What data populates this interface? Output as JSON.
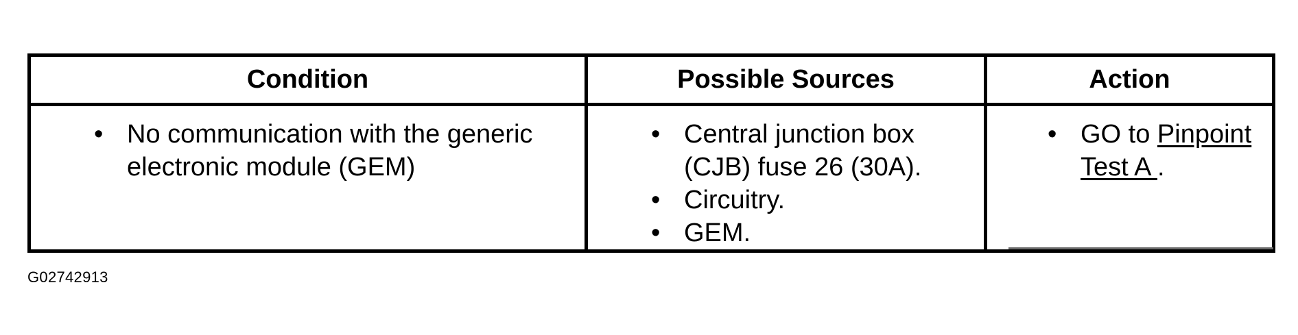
{
  "table": {
    "headers": {
      "condition": "Condition",
      "sources": "Possible Sources",
      "action": "Action"
    },
    "row": {
      "condition_items": [
        {
          "bullet": "•",
          "text": "No communication with the generic electronic module (GEM)"
        }
      ],
      "source_items": [
        {
          "bullet": "•",
          "text": "Central junction box (CJB) fuse 26 (30A)."
        },
        {
          "bullet": "•",
          "text": "Circuitry."
        },
        {
          "bullet": "•",
          "text": "GEM."
        }
      ],
      "action_items": [
        {
          "bullet": "•",
          "prefix": "GO to ",
          "link": "Pinpoint Test A ",
          "suffix": "."
        }
      ]
    }
  },
  "figure_id": "G02742913"
}
